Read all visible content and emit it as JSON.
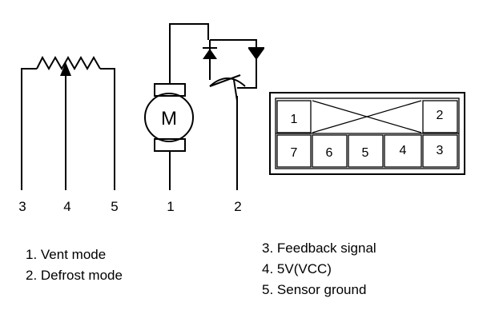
{
  "pins": {
    "p3": "3",
    "p4": "4",
    "p5": "5",
    "p1": "1",
    "p2": "2"
  },
  "motor_label": "M",
  "connector": {
    "top_left": "1",
    "top_right": "2",
    "bottom": [
      "7",
      "6",
      "5",
      "4",
      "3"
    ]
  },
  "legend": {
    "left": [
      "1. Vent mode",
      "2. Defrost mode"
    ],
    "right": [
      "3. Feedback signal",
      "4. 5V(VCC)",
      "5. Sensor ground"
    ]
  },
  "colors": {
    "ink": "#000000",
    "background": "#ffffff"
  },
  "icons": [
    "potentiometer-icon",
    "motor-icon",
    "diode-icon",
    "limit-switch-icon",
    "connector-icon"
  ]
}
